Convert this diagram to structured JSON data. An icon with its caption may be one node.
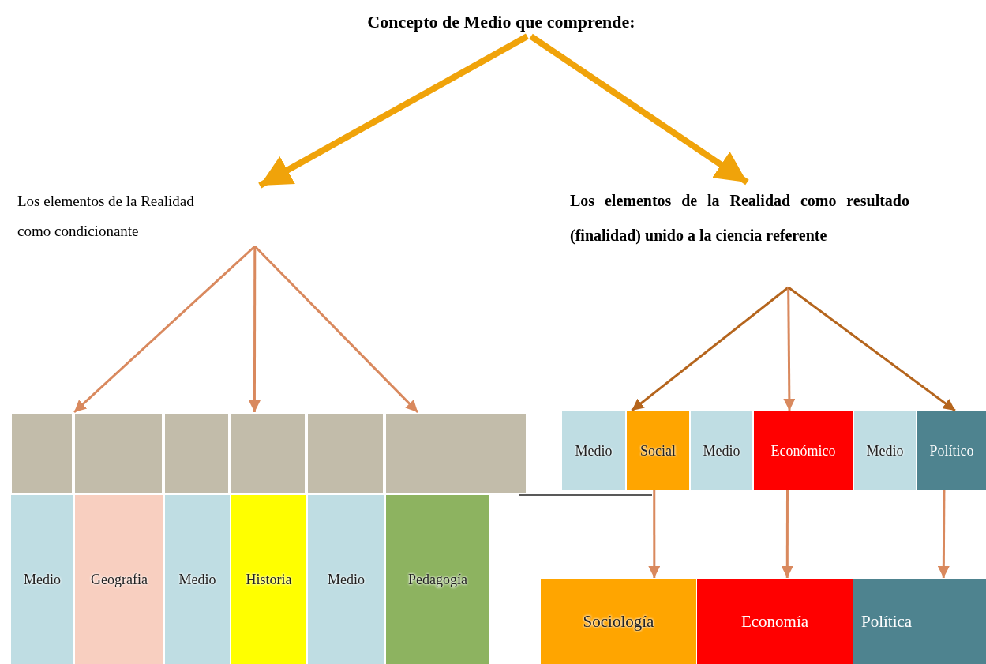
{
  "diagram": {
    "nodes": [
      {
        "text": [
          "Concepto de Medio que comprende:"
        ]
      },
      {
        "text": [
          "Los elementos de la Realidad como condicionante"
        ]
      },
      {
        "text": [
          "Los elementos de la Realidad como resultado (finalidad) unido a la ciencia referente"
        ]
      },
      {
        "text": [],
        "shape": "box"
      },
      {
        "text": [],
        "shape": "box"
      },
      {
        "text": [],
        "shape": "box"
      },
      {
        "text": [],
        "shape": "box"
      },
      {
        "text": [],
        "shape": "box"
      },
      {
        "text": [],
        "shape": "box"
      },
      {
        "text": [
          "Medio"
        ]
      },
      {
        "text": [
          "Geografia"
        ]
      },
      {
        "text": [
          "Medio"
        ]
      },
      {
        "text": [
          "Historia"
        ]
      },
      {
        "text": [
          "Medio"
        ]
      },
      {
        "text": [
          "Pedagogía"
        ]
      },
      {
        "text": [
          "Medio"
        ]
      },
      {
        "text": [
          "Social"
        ]
      },
      {
        "text": [
          "Medio"
        ]
      },
      {
        "text": [
          "Económico"
        ]
      },
      {
        "text": [
          "Medio"
        ]
      },
      {
        "text": [
          "Político"
        ]
      },
      {
        "text": [
          "Sociología"
        ]
      },
      {
        "text": [
          "Economía"
        ]
      },
      {
        "text": [
          "Política"
        ]
      }
    ],
    "edges": [
      {
        "from": 0,
        "to": 1,
        "arrow": "to",
        "style": "thick",
        "color": "#f0a30a"
      },
      {
        "from": 0,
        "to": 2,
        "arrow": "to",
        "style": "thick",
        "color": "#f0a30a"
      },
      {
        "from": 1,
        "to": 4,
        "arrow": "to"
      },
      {
        "from": 1,
        "to": 6,
        "arrow": "to"
      },
      {
        "from": 1,
        "to": 8,
        "arrow": "to"
      },
      {
        "from": 2,
        "to": 16,
        "arrow": "to",
        "color": "#b5651d"
      },
      {
        "from": 2,
        "to": 18,
        "arrow": "to"
      },
      {
        "from": 2,
        "to": 20,
        "arrow": "to",
        "color": "#b5651d"
      },
      {
        "from": 16,
        "to": 21,
        "arrow": "to"
      },
      {
        "from": 18,
        "to": 22,
        "arrow": "to"
      },
      {
        "from": 20,
        "to": 23,
        "arrow": "to"
      }
    ]
  }
}
